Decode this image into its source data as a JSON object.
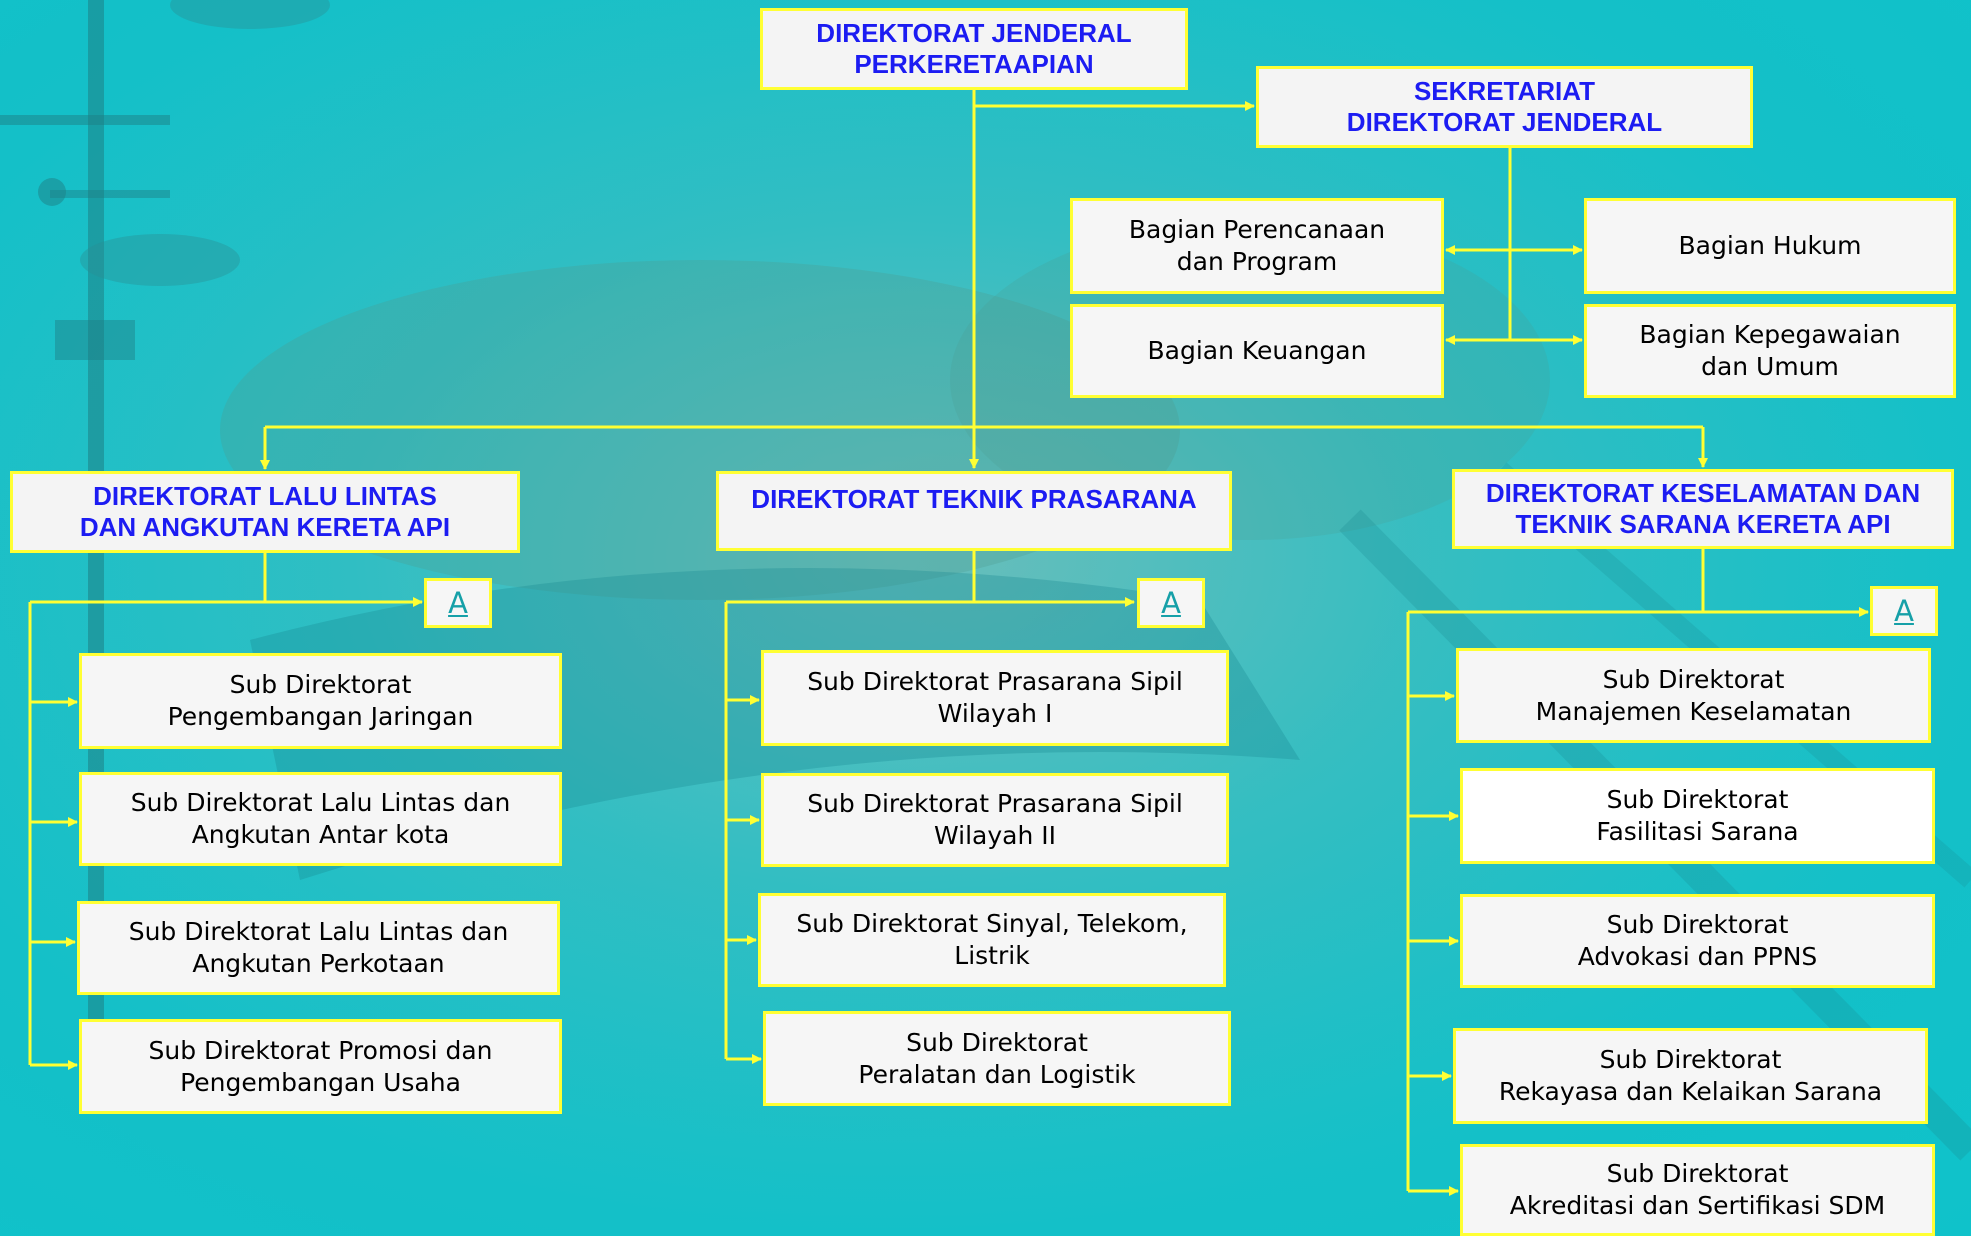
{
  "colors": {
    "background": "#14c0c8",
    "box_fill": "#f6f6f6",
    "box_border": "#ffff33",
    "connector": "#ffff33",
    "heading_text": "#1c1cf2",
    "link_text": "#16a0a8"
  },
  "directorate_general": {
    "title": "DIREKTORAT JENDERAL\nPERKERETAAPIAN"
  },
  "secretariat": {
    "title": "SEKRETARIAT\nDIREKTORAT JENDERAL",
    "units": [
      "Bagian Perencanaan\ndan Program",
      "Bagian Hukum",
      "Bagian Keuangan",
      "Bagian Kepegawaian\ndan Umum"
    ]
  },
  "directorates": [
    {
      "title": "DIREKTORAT LALU LINTAS\nDAN ANGKUTAN KERETA API",
      "link": "A",
      "subdirectorates": [
        "Sub Direktorat\nPengembangan Jaringan",
        "Sub Direktorat Lalu Lintas dan\nAngkutan  Antar kota",
        "Sub Direktorat Lalu Lintas dan\nAngkutan Perkotaan",
        "Sub Direktorat Promosi dan\nPengembangan Usaha"
      ]
    },
    {
      "title": "DIREKTORAT TEKNIK PRASARANA",
      "link": "A",
      "subdirectorates": [
        "Sub Direktorat Prasarana Sipil\nWilayah I",
        "Sub Direktorat Prasarana Sipil\nWilayah II",
        "Sub Direktorat Sinyal, Telekom,\nListrik",
        "Sub Direktorat\nPeralatan dan Logistik"
      ]
    },
    {
      "title": "DIREKTORAT KESELAMATAN DAN\nTEKNIK SARANA KERETA API",
      "link": "A",
      "subdirectorates": [
        "Sub Direktorat\nManajemen Keselamatan",
        "Sub Direktorat\nFasilitasi Sarana",
        "Sub Direktorat\nAdvokasi dan PPNS",
        "Sub Direktorat\nRekayasa dan Kelaikan Sarana",
        "Sub Direktorat\nAkreditasi  dan Sertifikasi SDM"
      ]
    }
  ]
}
